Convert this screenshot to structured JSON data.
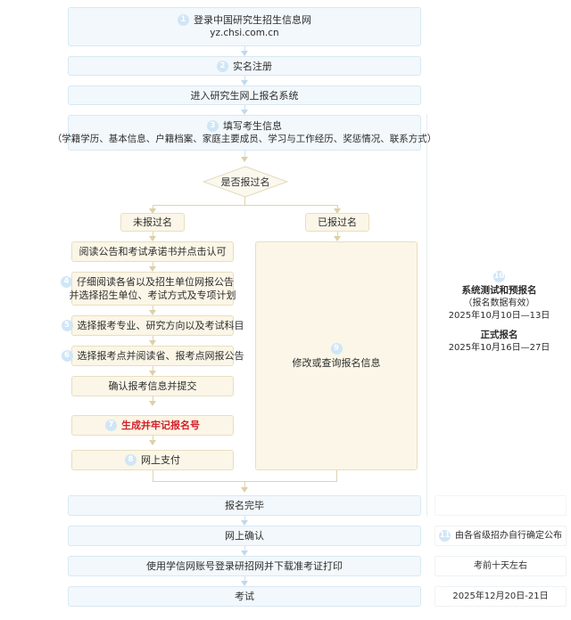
{
  "chart_data": {
    "type": "diagram",
    "title": "全国硕士研究生招生考试网上报名流程图",
    "nodes": [
      {
        "id": 1,
        "num": "1",
        "text": "登录中国研究生招生信息网",
        "sub": "yz.chsi.com.cn",
        "style": "blue"
      },
      {
        "id": 2,
        "num": "2",
        "text": "实名注册",
        "style": "blue"
      },
      {
        "id": 3,
        "num": "",
        "text": "进入研究生网上报名系统",
        "style": "blue"
      },
      {
        "id": 4,
        "num": "3",
        "text": "填写考生信息",
        "sub": "（学籍学历、基本信息、户籍档案、家庭主要成员、学习与工作经历、奖惩情况、联系方式）",
        "style": "blue"
      },
      {
        "id": 5,
        "num": "",
        "text": "是否报过名",
        "style": "diamond"
      },
      {
        "id": 6,
        "num": "",
        "text": "未报过名",
        "style": "cream"
      },
      {
        "id": 7,
        "num": "",
        "text": "已报过名",
        "style": "cream"
      },
      {
        "id": 8,
        "num": "",
        "text": "阅读公告和考试承诺书并点击认可",
        "style": "cream"
      },
      {
        "id": 9,
        "num": "4",
        "text": "仔细阅读各省以及招生单位网报公告",
        "sub": "并选择招生单位、考试方式及专项计划",
        "style": "cream"
      },
      {
        "id": 10,
        "num": "5",
        "text": "选择报考专业、研究方向以及考试科目",
        "style": "cream"
      },
      {
        "id": 11,
        "num": "6",
        "text": "选择报考点并阅读省、报考点网报公告",
        "style": "cream"
      },
      {
        "id": 12,
        "num": "",
        "text": "确认报考信息并提交",
        "style": "cream"
      },
      {
        "id": 13,
        "num": "7",
        "text": "生成并牢记报名号",
        "style": "cream-red"
      },
      {
        "id": 14,
        "num": "8",
        "text": "网上支付",
        "style": "cream"
      },
      {
        "id": 15,
        "num": "9",
        "text": "修改或查询报名信息",
        "style": "cream-big"
      },
      {
        "id": 16,
        "num": "",
        "text": "报名完毕",
        "style": "blue"
      },
      {
        "id": 17,
        "num": "",
        "text": "网上确认",
        "style": "blue"
      },
      {
        "id": 18,
        "num": "",
        "text": "使用学信网账号登录研招网并下载准考证打印",
        "style": "blue"
      },
      {
        "id": 19,
        "num": "",
        "text": "考试",
        "style": "blue"
      }
    ],
    "annotations": [
      {
        "num": "10",
        "lines": [
          "系统测试和预报名",
          "（报名数据有效）",
          "2025年10月10日—13日",
          "正式报名",
          "2025年10月16日—27日"
        ]
      },
      {
        "num": "11",
        "lines": [
          "由各省级招办自行确定公布"
        ]
      },
      {
        "num": "",
        "lines": [
          "考前十天左右"
        ]
      },
      {
        "num": "",
        "lines": [
          "2025年12月20日-21日"
        ]
      }
    ]
  },
  "flow": {
    "step1": {
      "num": "1",
      "title": "登录中国研究生招生信息网",
      "url": "yz.chsi.com.cn"
    },
    "step2": {
      "num": "2",
      "title": "实名注册"
    },
    "step3": {
      "title": "进入研究生网上报名系统"
    },
    "step4": {
      "num": "3",
      "title": "填写考生信息",
      "detail": "（学籍学历、基本信息、户籍档案、家庭主要成员、学习与工作经历、奖惩情况、联系方式）"
    },
    "decision": {
      "title": "是否报过名"
    },
    "branch_left_label": "未报过名",
    "branch_right_label": "已报过名",
    "left": {
      "b1": {
        "title": "阅读公告和考试承诺书并点击认可"
      },
      "b2": {
        "num": "4",
        "title": "仔细阅读各省以及招生单位网报公告",
        "detail": "并选择招生单位、考试方式及专项计划"
      },
      "b3": {
        "num": "5",
        "title": "选择报考专业、研究方向以及考试科目"
      },
      "b4": {
        "num": "6",
        "title": "选择报考点并阅读省、报考点网报公告"
      },
      "b5": {
        "title": "确认报考信息并提交"
      },
      "b6": {
        "num": "7",
        "title": "生成并牢记报名号"
      },
      "b7": {
        "num": "8",
        "title": "网上支付"
      }
    },
    "right": {
      "b1": {
        "num": "9",
        "title": "修改或查询报名信息"
      }
    },
    "end1": {
      "title": "报名完毕"
    },
    "end2": {
      "title": "网上确认"
    },
    "end3": {
      "title": "使用学信网账号登录研招网并下载准考证打印"
    },
    "end4": {
      "title": "考试"
    }
  },
  "annotations": {
    "a10": {
      "num": "10",
      "l1": "系统测试和预报名",
      "l2": "（报名数据有效）",
      "l3": "2025年10月10日—13日",
      "l4": "正式报名",
      "l5": "2025年10月16日—27日"
    },
    "a11": {
      "num": "11",
      "text": "由各省级招办自行确定公布"
    },
    "a12": {
      "text": "考前十天左右"
    },
    "a13": {
      "text": "2025年12月20日-21日"
    }
  },
  "colors": {
    "blue_fill": "#f2f8fc",
    "blue_border": "#d9e8f2",
    "cream_fill": "#fbf6e7",
    "cream_border": "#e8dfc0",
    "badge": "#cfe6f7",
    "red_text": "#d3202a"
  }
}
